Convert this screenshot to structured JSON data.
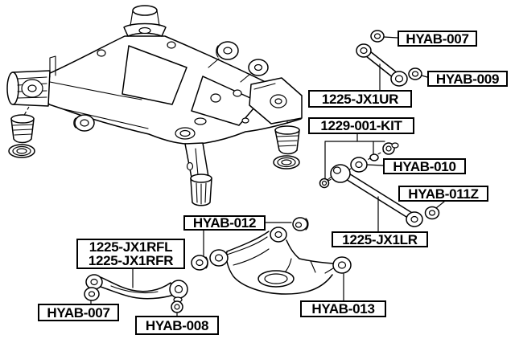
{
  "canvas": {
    "background": "#ffffff",
    "line_color": "#000000",
    "label_border_color": "#000000",
    "label_text_color": "#000000"
  },
  "labels": {
    "hyab_007_upper": "HYAB-007",
    "hyab_009": "HYAB-009",
    "jx1ur": "1225-JX1UR",
    "kit_1229": "1229-001-KIT",
    "hyab_010": "HYAB-010",
    "hyab_011z": "HYAB-011Z",
    "jx1lr": "1225-JX1LR",
    "hyab_012": "HYAB-012",
    "hyab_013": "HYAB-013",
    "jx1rfl": "1225-JX1RFL",
    "jx1rfr": "1225-JX1RFR",
    "hyab_007_lower": "HYAB-007",
    "hyab_008": "HYAB-008"
  }
}
